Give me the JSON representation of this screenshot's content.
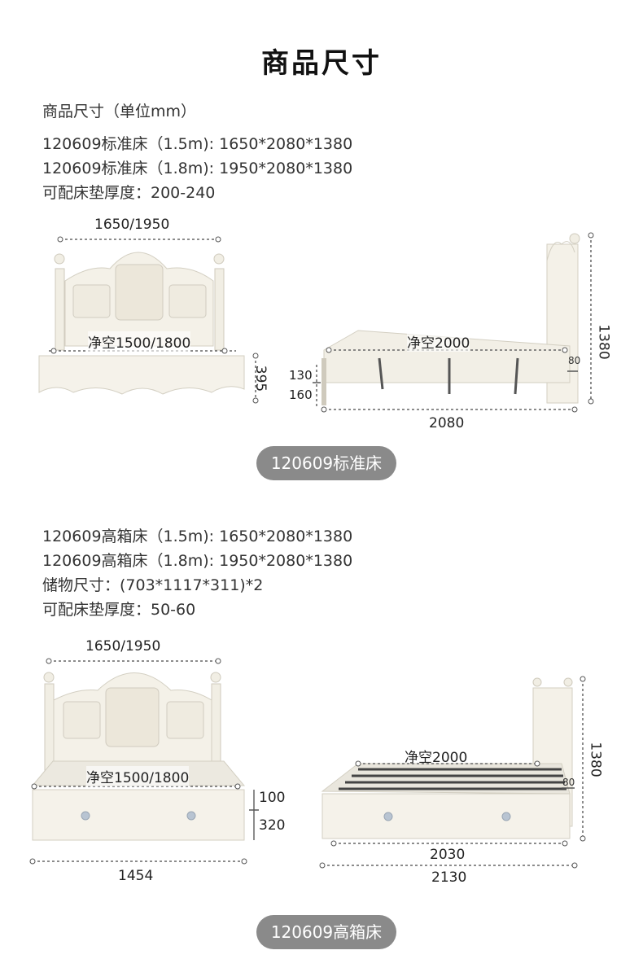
{
  "page_title": "商品尺寸",
  "section1": {
    "heading": "商品尺寸（单位mm）",
    "lines": [
      "120609标准床（1.5m): 1650*2080*1380",
      "120609标准床（1.8m): 1950*2080*1380",
      "可配床垫厚度：200-240"
    ],
    "front": {
      "width": "1650/1950",
      "clear": "净空1500/1800",
      "height": "395"
    },
    "side": {
      "clear": "净空2000",
      "h130": "130",
      "h160": "160",
      "length": "2080",
      "height": "1380",
      "thick": "80"
    },
    "badge": "120609标准床"
  },
  "section2": {
    "lines": [
      "120609高箱床（1.5m): 1650*2080*1380",
      "120609高箱床（1.8m): 1950*2080*1380",
      "储物尺寸：(703*1117*311)*2",
      "可配床垫厚度：50-60"
    ],
    "front": {
      "width": "1650/1950",
      "clear": "净空1500/1800",
      "h100": "100",
      "h320": "320",
      "bottom": "1454"
    },
    "side": {
      "clear": "净空2000",
      "thick": "80",
      "height": "1380",
      "inner": "2030",
      "outer": "2130"
    },
    "badge": "120609高箱床"
  }
}
